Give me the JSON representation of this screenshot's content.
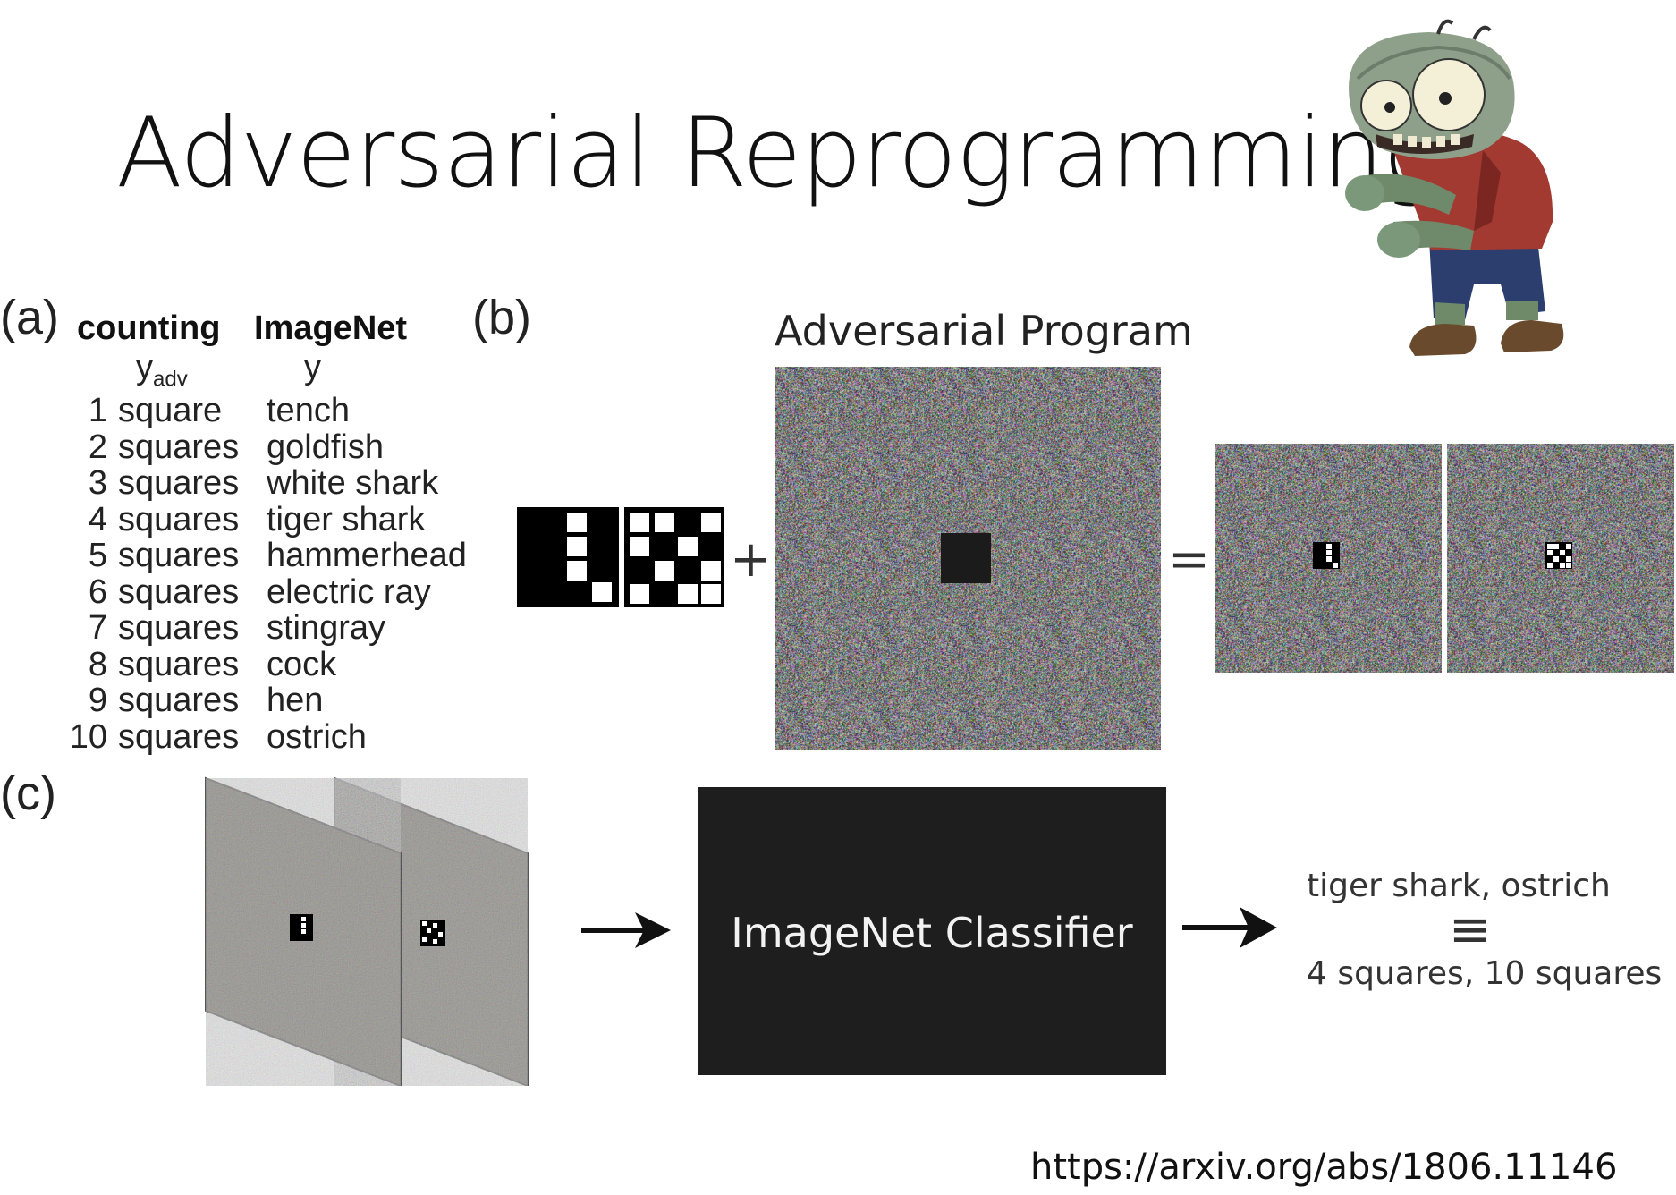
{
  "title": "Adversarial Reprogramming",
  "panels": {
    "a": "(a)",
    "b": "(b)",
    "c": "(c)"
  },
  "table": {
    "col1_header": "counting",
    "col2_header": "ImageNet",
    "col1_sub": "y",
    "col1_sub_subscript": "adv",
    "col2_sub": "y",
    "rows": [
      {
        "count": "1",
        "unit": "square",
        "label": "tench"
      },
      {
        "count": "2",
        "unit": "squares",
        "label": "goldfish"
      },
      {
        "count": "3",
        "unit": "squares",
        "label": "white shark"
      },
      {
        "count": "4",
        "unit": "squares",
        "label": "tiger shark"
      },
      {
        "count": "5",
        "unit": "squares",
        "label": "hammerhead"
      },
      {
        "count": "6",
        "unit": "squares",
        "label": "electric ray"
      },
      {
        "count": "7",
        "unit": "squares",
        "label": "stingray"
      },
      {
        "count": "8",
        "unit": "squares",
        "label": "cock"
      },
      {
        "count": "9",
        "unit": "squares",
        "label": "hen"
      },
      {
        "count": "10",
        "unit": "squares",
        "label": "ostrich"
      }
    ]
  },
  "program_label": "Adversarial Program",
  "operators": {
    "plus": "+",
    "equals": "="
  },
  "classifier_label": "ImageNet Classifier",
  "output": {
    "line1": "tiger shark, ostrich",
    "equiv": "≡",
    "line2": "4 squares, 10 squares"
  },
  "url": "https://arxiv.org/abs/1806.11146",
  "colors": {
    "classifier_bg": "#1e1e1e",
    "text": "#222222"
  },
  "icons": [
    "zombie-illustration",
    "arrow-right-icon"
  ]
}
